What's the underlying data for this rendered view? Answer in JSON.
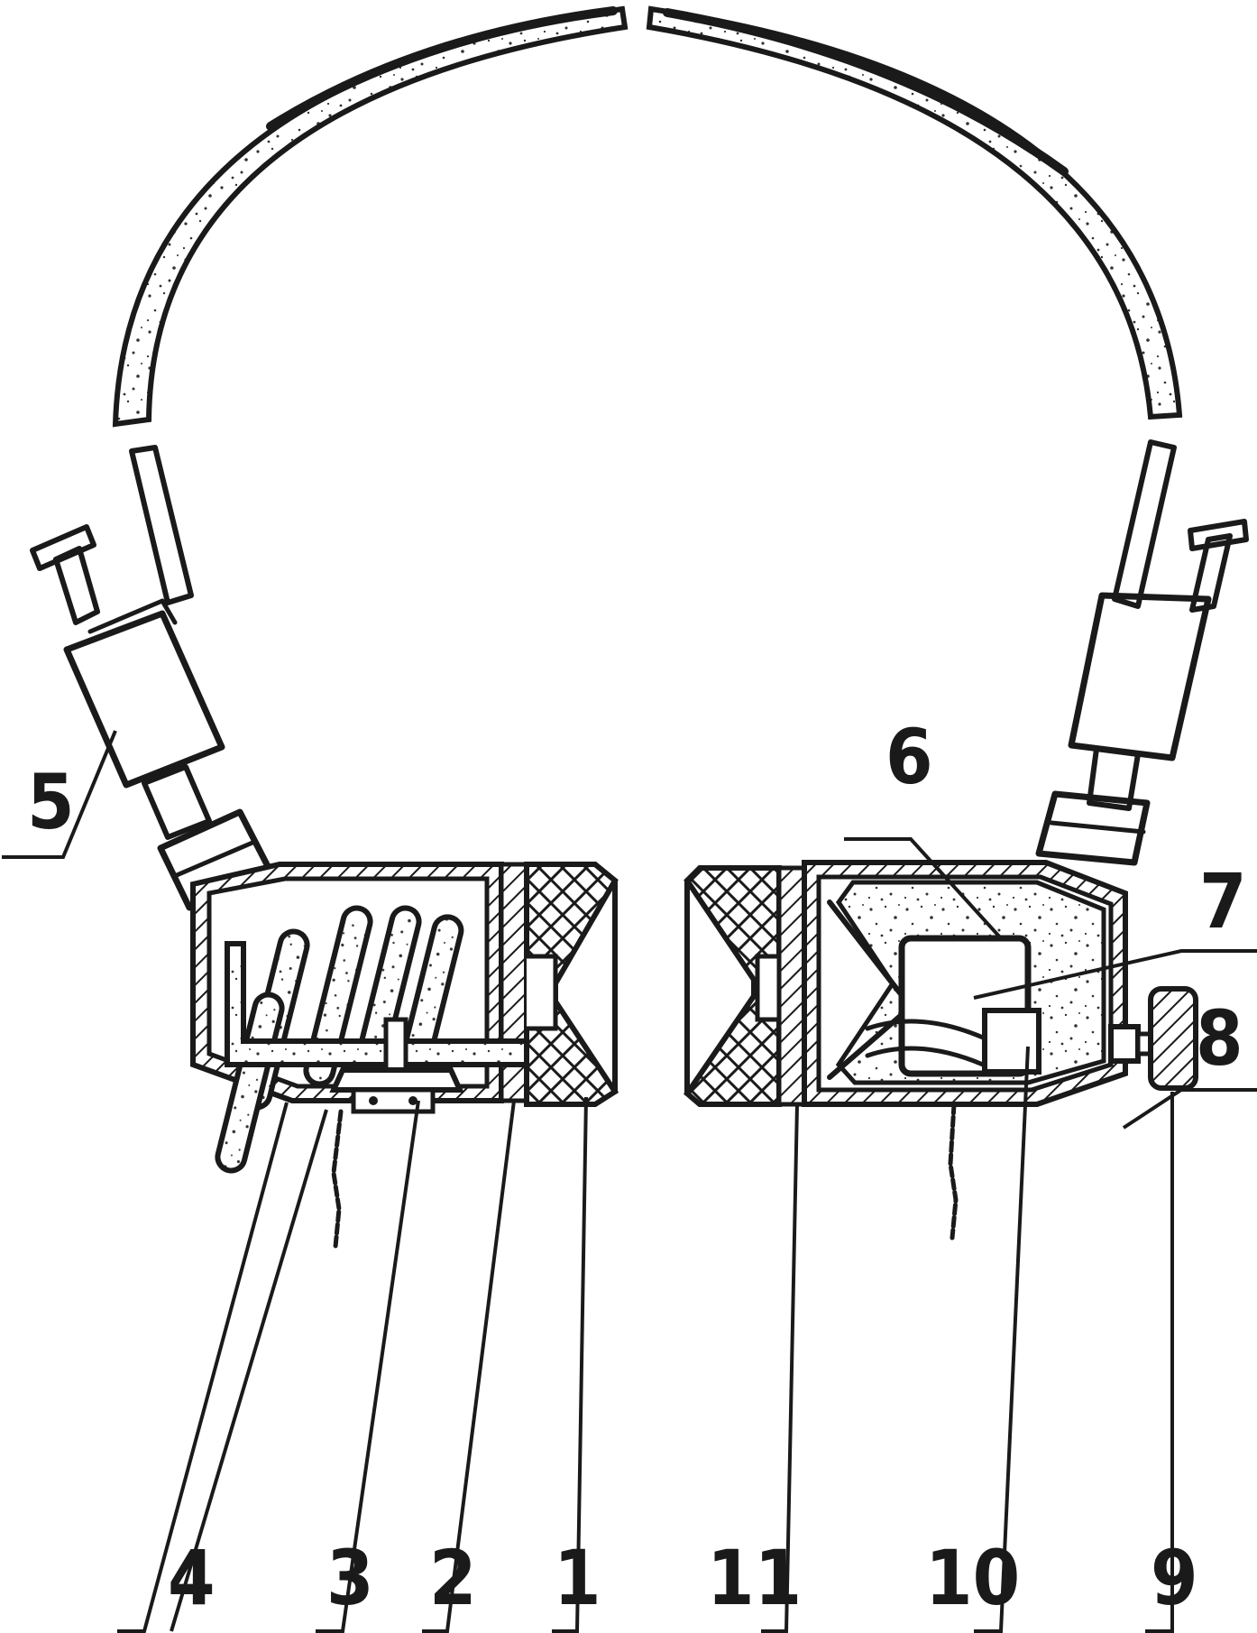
{
  "callouts": {
    "c1": "1",
    "c2": "2",
    "c3": "3",
    "c4": "4",
    "c5": "5",
    "c6": "6",
    "c7": "7",
    "c8": "8",
    "c9": "9",
    "c10": "10",
    "c11": "11"
  },
  "colors": {
    "ink": "#1a1a1a",
    "paper": "#ffffff"
  }
}
